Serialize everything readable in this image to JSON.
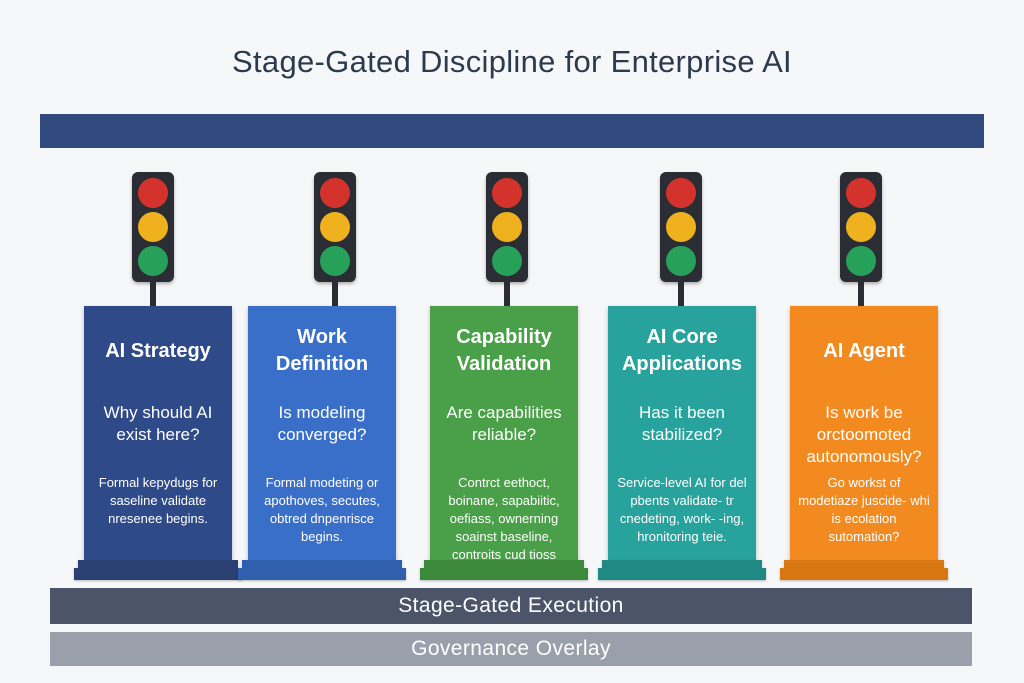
{
  "title": "Stage-Gated Discipline for Enterprise AI",
  "colors": {
    "top_bar": "#314b7f",
    "red_lamp": "#d4322c",
    "yellow_lamp": "#efb21e",
    "green_lamp": "#27a05a"
  },
  "stages": [
    {
      "title": "AI Strategy",
      "question": "Why should AI exist here?",
      "description": "Formal kepydugs for saseline validate nresenee begins.",
      "color": "#2f4a88",
      "base_color": "#2a3f72"
    },
    {
      "title": "Work Definition",
      "question": "Is modeling converged?",
      "description": "Formal modeting or apothoves, secutes, obtred dnpenrisce begins.",
      "color": "#3a6fc9",
      "base_color": "#3060ad"
    },
    {
      "title": "Capability Validation",
      "question": "Are capabilities reliable?",
      "description": "Contrct eethoct, boinane, sapabiitic, oefiass, ownerning soainst baseline, controits cud tioss",
      "color": "#4aa048",
      "base_color": "#3d8a3c"
    },
    {
      "title": "AI Core Applications",
      "question": "Has it been stabilized?",
      "description": "Service-level AI for del pbents validate- tr cnedeting, work- -ing, hronitoring teie.",
      "color": "#27a29c",
      "base_color": "#208984"
    },
    {
      "title": "AI Agent",
      "question": "Is work be orctoomoted autonomously?",
      "description": "Go workst of modetiaze juscide- whi is ecolation sutomation?",
      "color": "#f28a1f",
      "base_color": "#d97812"
    }
  ],
  "bands": {
    "execution": "Stage-Gated Execution",
    "governance": "Governance Overlay"
  }
}
